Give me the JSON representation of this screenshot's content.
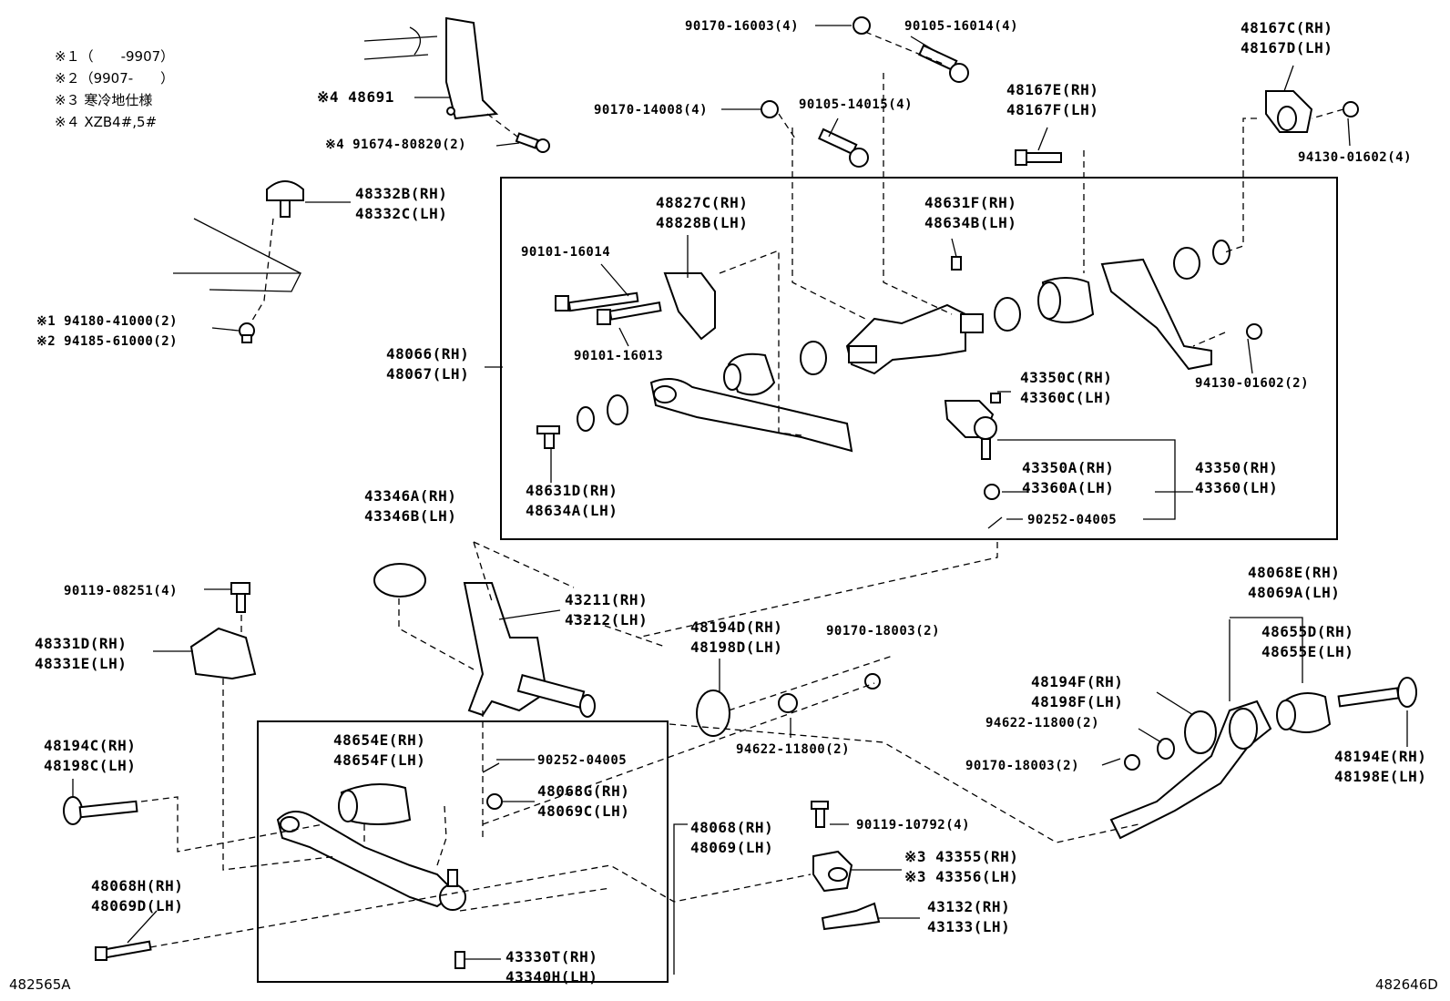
{
  "notes": [
    "※１（　　-9907）",
    "※２（9907-　　）",
    "※３ 寒冷地仕様",
    "※４ XZB4#,5#"
  ],
  "corner_left": "482565A",
  "corner_right": "482646D",
  "labels": {
    "p48691": [
      "※4 48691"
    ],
    "p91674": [
      "※4 91674-80820(2)"
    ],
    "p48332": [
      "48332B(RH)",
      "48332C(LH)"
    ],
    "p94180": [
      "※1 94180-41000(2)",
      "※2 94185-61000(2)"
    ],
    "p90170_16003": [
      "90170-16003(4)"
    ],
    "p90105_16014": [
      "90105-16014(4)"
    ],
    "p90170_14008": [
      "90170-14008(4)"
    ],
    "p90105_14015": [
      "90105-14015(4)"
    ],
    "p48167ef": [
      "48167E(RH)",
      "48167F(LH)"
    ],
    "p48167cd": [
      "48167C(RH)",
      "48167D(LH)"
    ],
    "p94130_4": [
      "94130-01602(4)"
    ],
    "p48827": [
      "48827C(RH)",
      "48828B(LH)"
    ],
    "p90101_16014": [
      "90101-16014"
    ],
    "p90101_16013": [
      "90101-16013"
    ],
    "p48631f": [
      "48631F(RH)",
      "48634B(LH)"
    ],
    "p48066": [
      "48066(RH)",
      "48067(LH)"
    ],
    "p94130_2": [
      "94130-01602(2)"
    ],
    "p43350c": [
      "43350C(RH)",
      "43360C(LH)"
    ],
    "p43350a": [
      "43350A(RH)",
      "43360A(LH)"
    ],
    "p43350": [
      "43350(RH)",
      "43360(LH)"
    ],
    "p90252_top": [
      "90252-04005"
    ],
    "p48631d": [
      "48631D(RH)",
      "48634A(LH)"
    ],
    "p43346": [
      "43346A(RH)",
      "43346B(LH)"
    ],
    "p43211": [
      "43211(RH)",
      "43212(LH)"
    ],
    "p90119_08251": [
      "90119-08251(4)"
    ],
    "p48331": [
      "48331D(RH)",
      "48331E(LH)"
    ],
    "p48194d": [
      "48194D(RH)",
      "48198D(LH)"
    ],
    "p90170_18003_a": [
      "90170-18003(2)"
    ],
    "p48068e": [
      "48068E(RH)",
      "48069A(LH)"
    ],
    "p48655": [
      "48655D(RH)",
      "48655E(LH)"
    ],
    "p48194f": [
      "48194F(RH)",
      "48198F(LH)"
    ],
    "p94622_a": [
      "94622-11800(2)"
    ],
    "p90170_18003_b": [
      "90170-18003(2)"
    ],
    "p94622_b": [
      "94622-11800(2)"
    ],
    "p48194e": [
      "48194E(RH)",
      "48198E(LH)"
    ],
    "p48194c": [
      "48194C(RH)",
      "48198C(LH)"
    ],
    "p48654": [
      "48654E(RH)",
      "48654F(LH)"
    ],
    "p90252_low": [
      "90252-04005"
    ],
    "p48068g": [
      "48068G(RH)",
      "48069C(LH)"
    ],
    "p48068": [
      "48068(RH)",
      "48069(LH)"
    ],
    "p48068h": [
      "48068H(RH)",
      "48069D(LH)"
    ],
    "p90119_10792": [
      "90119-10792(4)"
    ],
    "p43355": [
      "※3 43355(RH)",
      "※3 43356(LH)"
    ],
    "p43132": [
      "43132(RH)",
      "43133(LH)"
    ],
    "p43330": [
      "43330T(RH)",
      "43340H(LH)"
    ]
  }
}
